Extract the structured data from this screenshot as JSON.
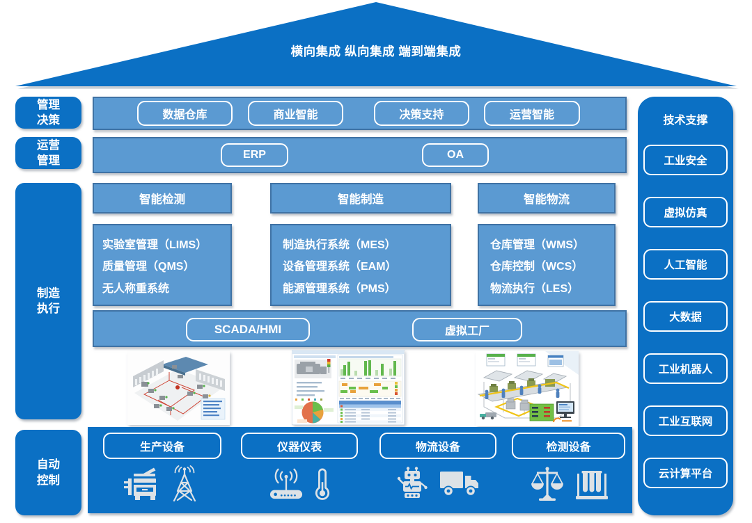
{
  "colors": {
    "dark": "#0b70c4",
    "mid": "#5b9ad2",
    "midborder": "#3f72a4"
  },
  "roof": {
    "title": "横向集成 纵向集成 端到端集成"
  },
  "left_rail": {
    "items": [
      {
        "label": "管理\n决策"
      },
      {
        "label": "运营\n管理"
      },
      {
        "label": "制造\n执行"
      },
      {
        "label": "自动\n控制"
      }
    ]
  },
  "decision_row": {
    "items": [
      "数据仓库",
      "商业智能",
      "决策支持",
      "运营智能"
    ]
  },
  "operations_row": {
    "items": [
      "ERP",
      "OA"
    ]
  },
  "mes_section": {
    "columns": [
      {
        "header": "智能检测",
        "items": [
          "实验室管理（LIMS）",
          "质量管理（QMS）",
          "无人称重系统"
        ]
      },
      {
        "header": "智能制造",
        "items": [
          "制造执行系统（MES）",
          "设备管理系统（EAM）",
          "能源管理系统（PMS）"
        ]
      },
      {
        "header": "智能物流",
        "items": [
          "仓库管理（WMS）",
          "仓库控制（WCS）",
          "物流执行（LES）"
        ]
      }
    ]
  },
  "scada_row": {
    "items": [
      "SCADA/HMI",
      "虚拟工厂"
    ]
  },
  "screenshots": [
    {
      "name": "factory-3d-layout"
    },
    {
      "name": "mes-dashboard"
    },
    {
      "name": "production-line"
    }
  ],
  "devices_panel": {
    "groups": [
      {
        "label": "生产设备",
        "icons": [
          "copier-icon",
          "radio-tower-icon"
        ]
      },
      {
        "label": "仪器仪表",
        "icons": [
          "wireless-router-icon",
          "thermometer-icon"
        ]
      },
      {
        "label": "物流设备",
        "icons": [
          "robot-icon",
          "truck-icon"
        ]
      },
      {
        "label": "检测设备",
        "icons": [
          "scale-icon",
          "test-tubes-icon"
        ]
      }
    ]
  },
  "tech_panel": {
    "title": "技术支撑",
    "items": [
      "工业安全",
      "虚拟仿真",
      "人工智能",
      "大数据",
      "工业机器人",
      "工业互联网",
      "云计算平台"
    ]
  }
}
